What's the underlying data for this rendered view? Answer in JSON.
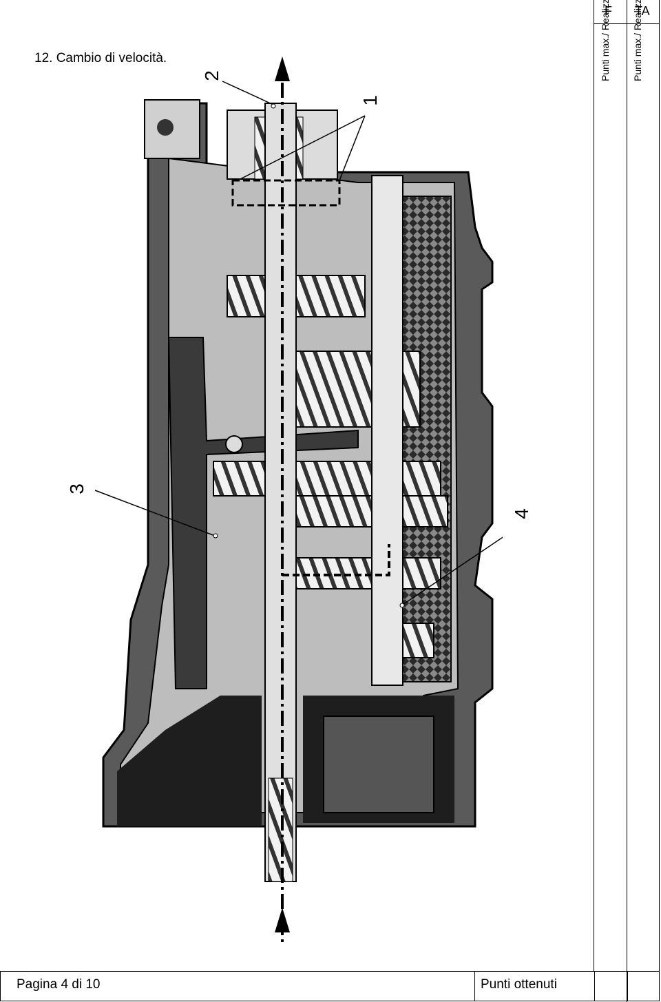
{
  "header": {
    "title": "12. Cambio di velocità.",
    "col_f": "F",
    "col_ta": "TA",
    "col_f_sub": "Punti max./ Realizzati",
    "col_ta_sub": "Punti max./ Realizzati"
  },
  "callouts": [
    "1",
    "2",
    "3",
    "4"
  ],
  "footer": {
    "page": "Pagina 4 di 10",
    "points": "Punti ottenuti"
  }
}
